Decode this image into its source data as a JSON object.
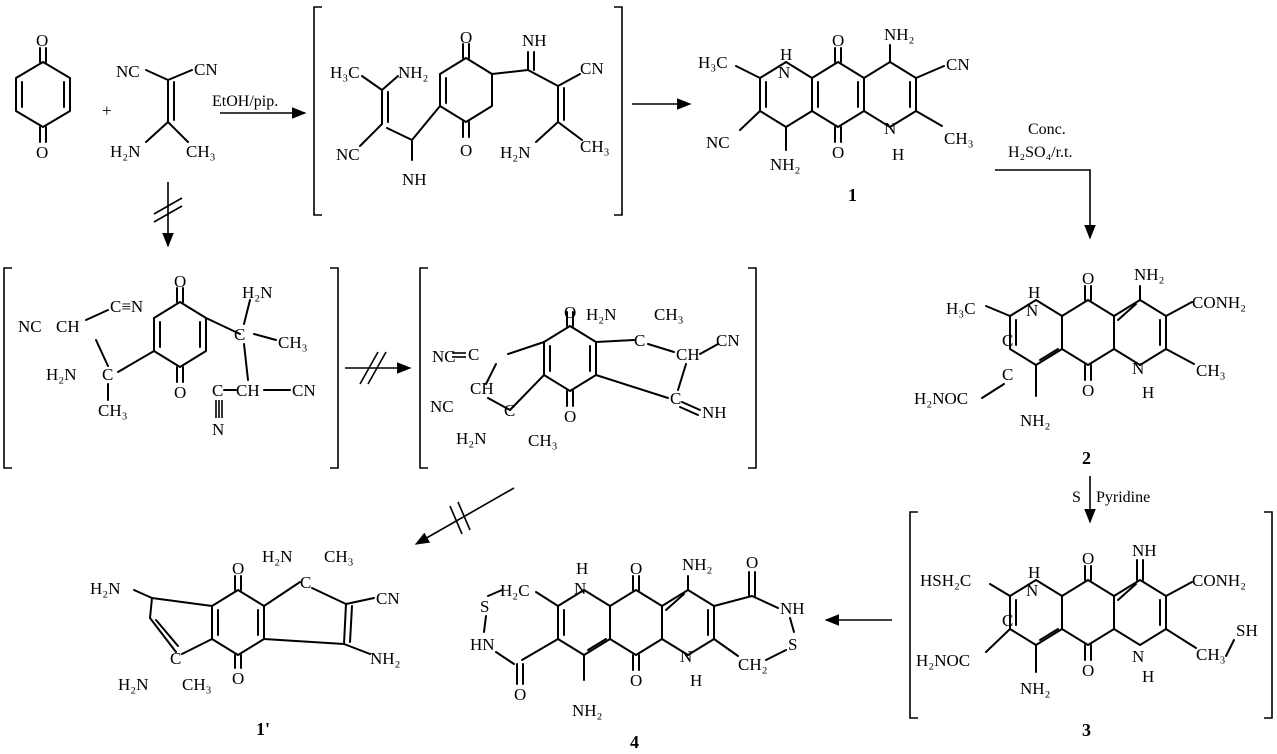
{
  "colors": {
    "ink": "#000000",
    "background": "#ffffff"
  },
  "reagents": {
    "step1": "EtOH/pip.",
    "step2_line1": "Conc.",
    "step2_line2": "H₂SO₄/r.t.",
    "step3_s": "S",
    "step3_solvent": "Pyridine"
  },
  "symbols": {
    "plus": "+"
  },
  "compounds": {
    "c1": "1",
    "c1_prime": "1'",
    "c2": "2",
    "c3": "3",
    "c4": "4"
  },
  "atoms": {
    "O": "O",
    "N": "N",
    "H": "H",
    "S": "S",
    "C": "C",
    "NH": "NH",
    "HN": "HN",
    "NC": "NC",
    "CN": "CN",
    "NH2": "NH₂",
    "H2N": "H₂N",
    "CH3": "CH₃",
    "H3C": "H₃C",
    "CH": "CH",
    "CH2": "CH₂",
    "H2C": "H₂C",
    "CONH2": "CONH₂",
    "H2NOC": "H₂NOC",
    "HSH2C": "HSH₂C",
    "SH": "SH",
    "CtripleN": "C≡N"
  },
  "arrows": {
    "start_to_intermediate": "forward",
    "intermediate_to_1": "forward",
    "1_to_2": "forward",
    "2_to_3": "forward",
    "3_to_4": "forward",
    "start_to_alt": "not formed",
    "alt_to_cyclized": "not formed",
    "cyclized_to_1prime": "not formed"
  },
  "icons": [
    "reaction-arrow-icon",
    "blocked-arrow-icon",
    "bracket-icon"
  ]
}
